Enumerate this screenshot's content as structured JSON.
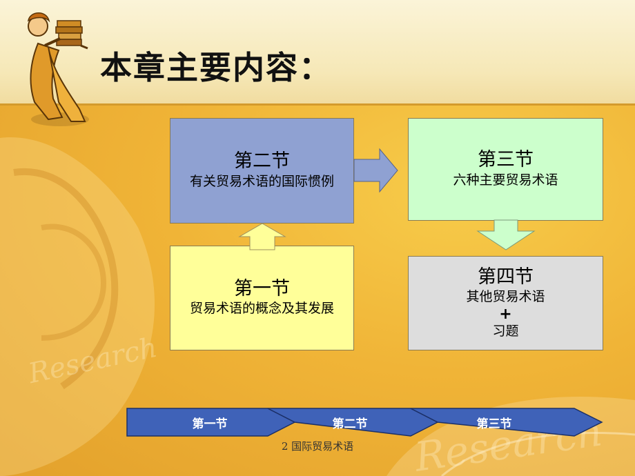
{
  "slide": {
    "title": "本章主要内容：",
    "watermark_text": "Research",
    "box_section2": {
      "heading": "第二节",
      "subtitle": "有关贸易术语的国际惯例",
      "color": "#8fa1d2"
    },
    "box_section1": {
      "heading": "第一节",
      "subtitle": "贸易术语的概念及其发展",
      "color": "#ffff99"
    },
    "box_section3": {
      "heading": "第三节",
      "subtitle": "六种主要贸易术语",
      "color": "#ccffcc"
    },
    "box_section4": {
      "heading": "第四节",
      "subtitle": "其他贸易术语",
      "plus": "+",
      "extra": "习题",
      "color": "#dddddd"
    },
    "progress_steps": [
      "第一节",
      "第二节",
      "第三节"
    ],
    "footer": "2  国际贸易术语"
  }
}
